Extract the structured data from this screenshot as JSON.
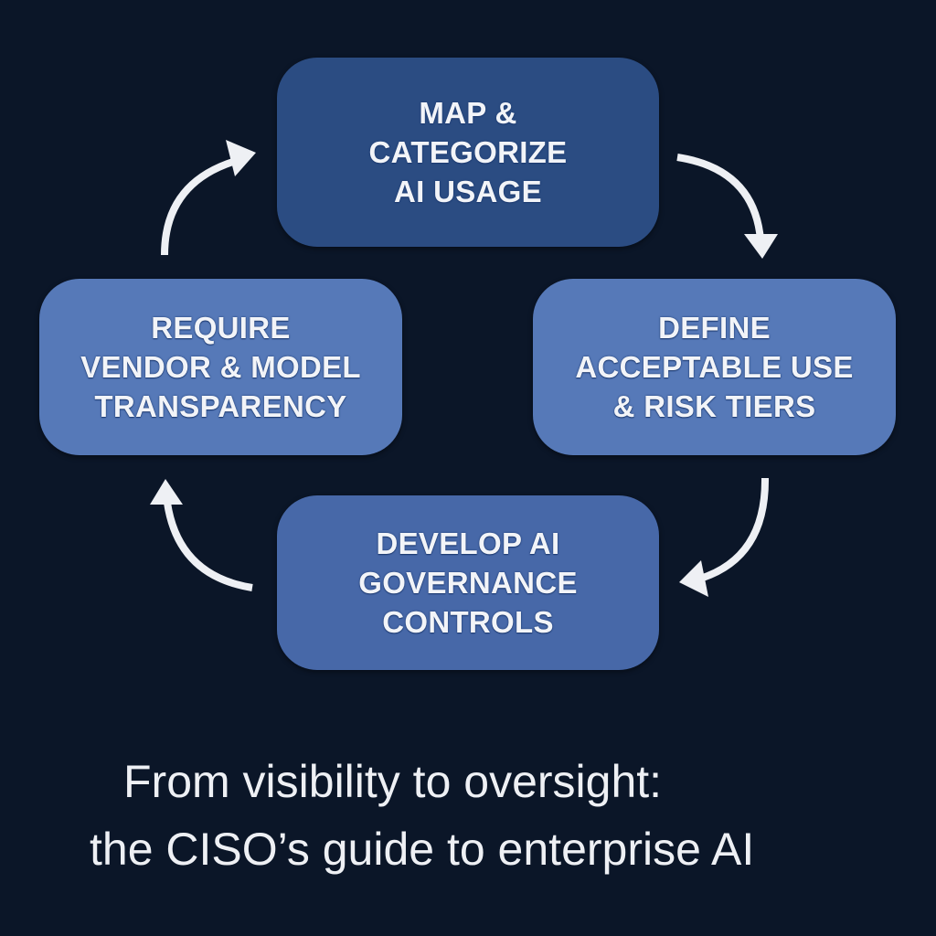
{
  "diagram": {
    "type": "cycle",
    "nodes": [
      {
        "id": "map",
        "label": "MAP &\nCATEGORIZE\nAI USAGE",
        "color": "#2b4c82"
      },
      {
        "id": "define",
        "label": "DEFINE\nACCEPTABLE USE\n& RISK TIERS",
        "color": "#5679b8"
      },
      {
        "id": "develop",
        "label": "DEVELOP AI\nGOVERNANCE\nCONTROLS",
        "color": "#4768a8"
      },
      {
        "id": "require",
        "label": "REQUIRE\nVENDOR & MODEL\nTRANSPARENCY",
        "color": "#5679b8"
      }
    ],
    "edges": [
      {
        "from": "map",
        "to": "define"
      },
      {
        "from": "define",
        "to": "develop"
      },
      {
        "from": "develop",
        "to": "require"
      },
      {
        "from": "require",
        "to": "map"
      }
    ],
    "arrow_icon": "curved-arrow-icon",
    "arrow_color": "#eef0f4"
  },
  "caption": {
    "line1": "From visibility to oversight:",
    "line2": "the CISO’s guide to enterprise AI"
  },
  "colors": {
    "background": "#0b1628",
    "text": "#f2f4f8"
  }
}
